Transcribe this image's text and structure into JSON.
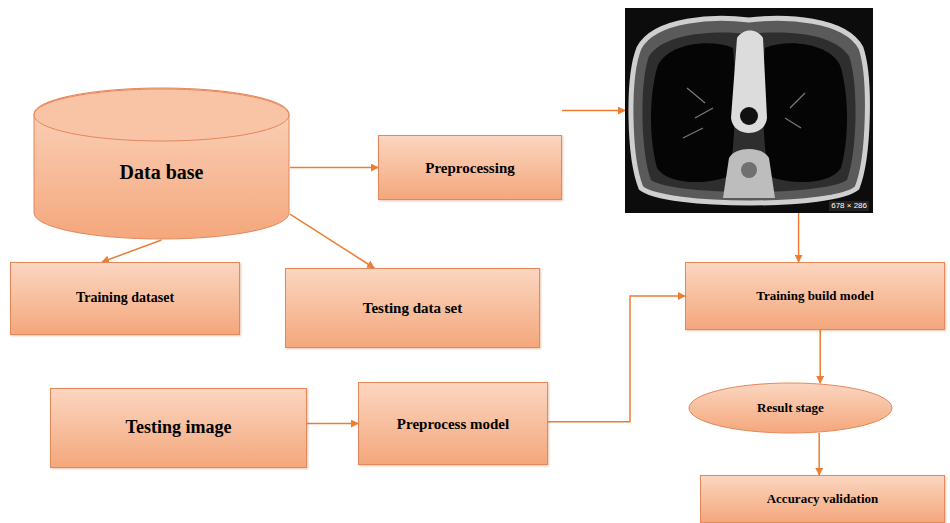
{
  "diagram": {
    "nodes": [
      {
        "text": [
          "Data base"
        ]
      },
      {
        "text": [
          "Preprocessing"
        ]
      },
      {
        "text": [
          "678 × 286"
        ]
      },
      {
        "text": [
          "Training dataset"
        ]
      },
      {
        "text": [
          "Testing data set"
        ]
      },
      {
        "text": [
          "Training build model"
        ]
      },
      {
        "text": [
          "Testing image"
        ]
      },
      {
        "text": [
          "Preprocess model"
        ]
      },
      {
        "text": [
          "Result stage"
        ]
      },
      {
        "text": [
          "Accuracy validation"
        ]
      }
    ],
    "edges": [
      {
        "from": 0,
        "to": 1,
        "arrow": "to"
      },
      {
        "from": 0,
        "to": 3,
        "arrow": "to"
      },
      {
        "from": 0,
        "to": 4,
        "arrow": "to"
      },
      {
        "from": 1,
        "to": 2,
        "arrow": "to"
      },
      {
        "from": 2,
        "to": 5,
        "arrow": "to"
      },
      {
        "from": 6,
        "to": 7,
        "arrow": "to"
      },
      {
        "from": 7,
        "to": 5,
        "arrow": "to"
      },
      {
        "from": 5,
        "to": 8,
        "arrow": "to"
      },
      {
        "from": 8,
        "to": 9,
        "arrow": "to"
      }
    ]
  }
}
